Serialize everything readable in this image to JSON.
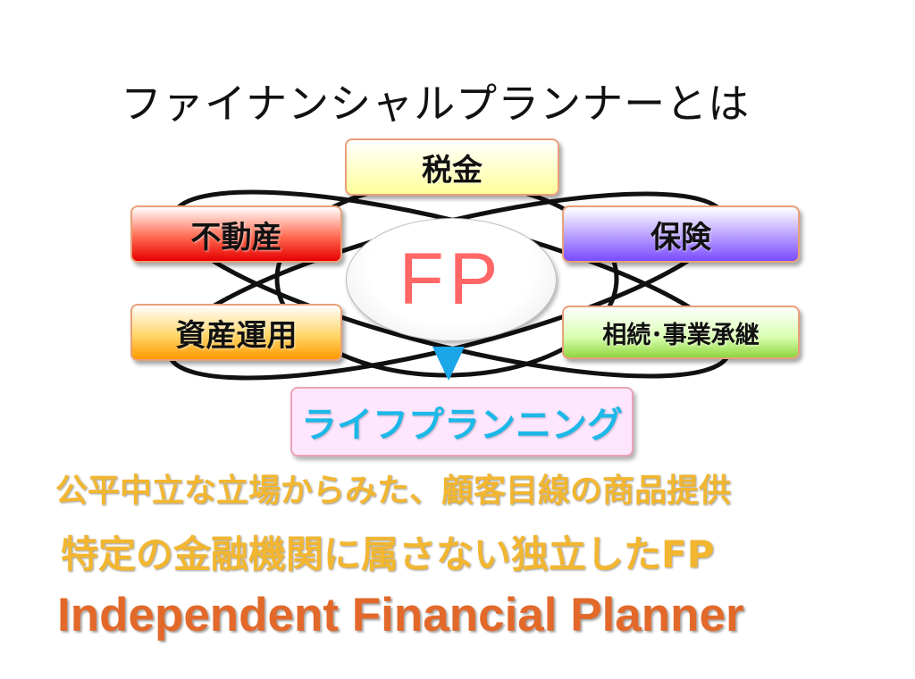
{
  "title": "ファイナンシャルプランナーとは",
  "center": "FP",
  "topics": {
    "tax": "税金",
    "real_estate": "不動産",
    "insurance": "保険",
    "asset_management": "資産運用",
    "succession": "相続･事業承継"
  },
  "result": "ライフプランニング",
  "statements": [
    "公平中立な立場からみた、顧客目線の商品提供",
    "特定の金融機関に属さない独立したFP",
    "Independent Financial Planner"
  ],
  "colors": {
    "fp_text": "#ff6666",
    "arrow": "#1aa6e8",
    "lifeplan_text": "#1bb8e8",
    "statement_gold": "#f2b630",
    "statement_orange": "#e2692a"
  }
}
